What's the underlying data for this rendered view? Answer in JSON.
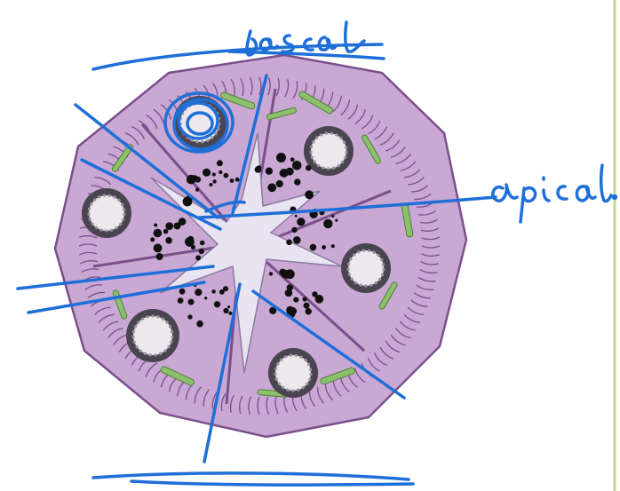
{
  "diagram": {
    "annotations": [
      {
        "id": "basal",
        "text": "basal"
      },
      {
        "id": "apical",
        "text": "apical"
      }
    ],
    "colors": {
      "background": "#ffffff",
      "cell_fill": "#c9a8d4",
      "cell_outline": "#7a4f8a",
      "lumen_fill": "#e9e4f2",
      "mitochondria": "#8cc06a",
      "nucleus_fill": "#4a4450",
      "nucleus_inner": "#ece8ee",
      "granules": "#111111",
      "annotation_ink": "#1e6fd8",
      "page_edge": "#c6d98a"
    },
    "icons": [
      "pencil-annotation-strokes"
    ]
  }
}
